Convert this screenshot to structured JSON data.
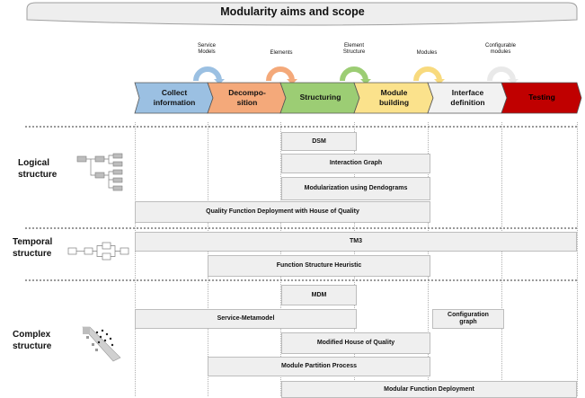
{
  "banner": {
    "title": "Modularity aims and scope"
  },
  "arc_labels": [
    {
      "text": "Service\nModels",
      "color": "#9bc0e2"
    },
    {
      "text": "Elements",
      "color": "#f4a97a"
    },
    {
      "text": "Element\nStructure",
      "color": "#9ccd74"
    },
    {
      "text": "Modules",
      "color": "#f8da7e"
    },
    {
      "text": "Configurable\nmodules",
      "color": "#e9e9e9"
    }
  ],
  "phases": [
    {
      "label": "Collect\ninformation",
      "color": "#9bc0e2"
    },
    {
      "label": "Decompo-\nsition",
      "color": "#f4a97a"
    },
    {
      "label": "Structuring",
      "color": "#9ccd74"
    },
    {
      "label": "Module\nbuilding",
      "color": "#fbe28c"
    },
    {
      "label": "Interface\ndefinition",
      "color": "#f2f2f2"
    },
    {
      "label": "Testing",
      "color": "#c00000"
    }
  ],
  "sections": {
    "logical": "Logical\nstructure",
    "temporal": "Temporal\nstructure",
    "complex": "Complex\nstructure"
  },
  "methods": {
    "dsm": "DSM",
    "interaction_graph": "Interaction Graph",
    "modularization": "Modularization using Dendograms",
    "qfd": "Quality Function Deployment with House of Quality",
    "tm3": "TM3",
    "fsh": "Function Structure Heuristic",
    "mdm": "MDM",
    "service_metamodel": "Service-Metamodel",
    "configuration_graph": "Configuration\ngraph",
    "modified_hoq": "Modified House of Quality",
    "module_partition": "Module Partition Process",
    "mfd": "Modular Function Deployment"
  }
}
